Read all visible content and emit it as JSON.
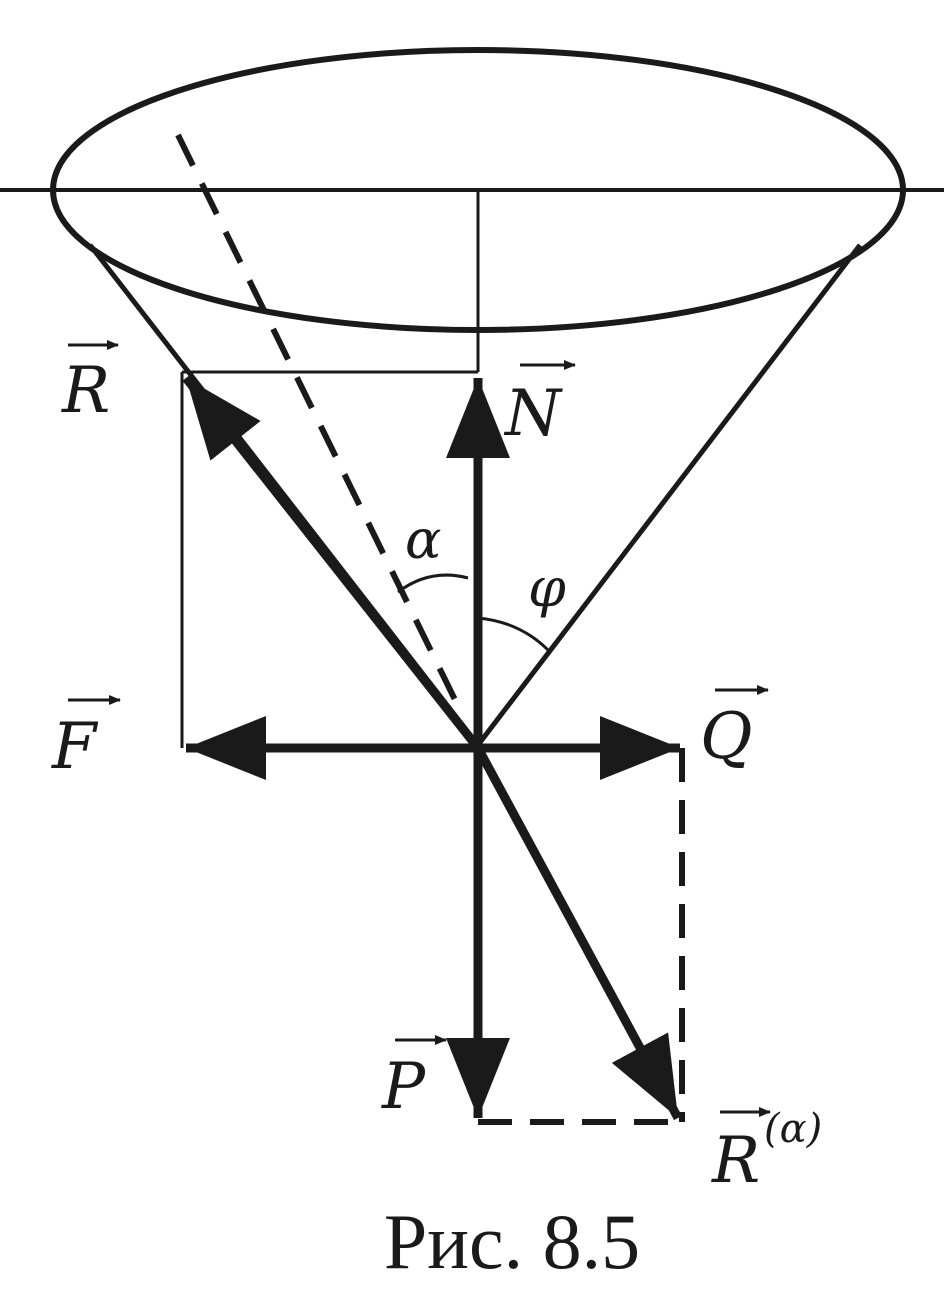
{
  "figure": {
    "caption": "Рис. 8.5",
    "vectors": {
      "R": "R",
      "N": "N",
      "F": "F",
      "Q": "Q",
      "P": "P",
      "R_alpha": "R",
      "R_alpha_sup": "(α)"
    },
    "angles": {
      "alpha": "α",
      "phi": "φ"
    },
    "ink_color": "#1a1a1a",
    "background_color": "#ffffff"
  }
}
